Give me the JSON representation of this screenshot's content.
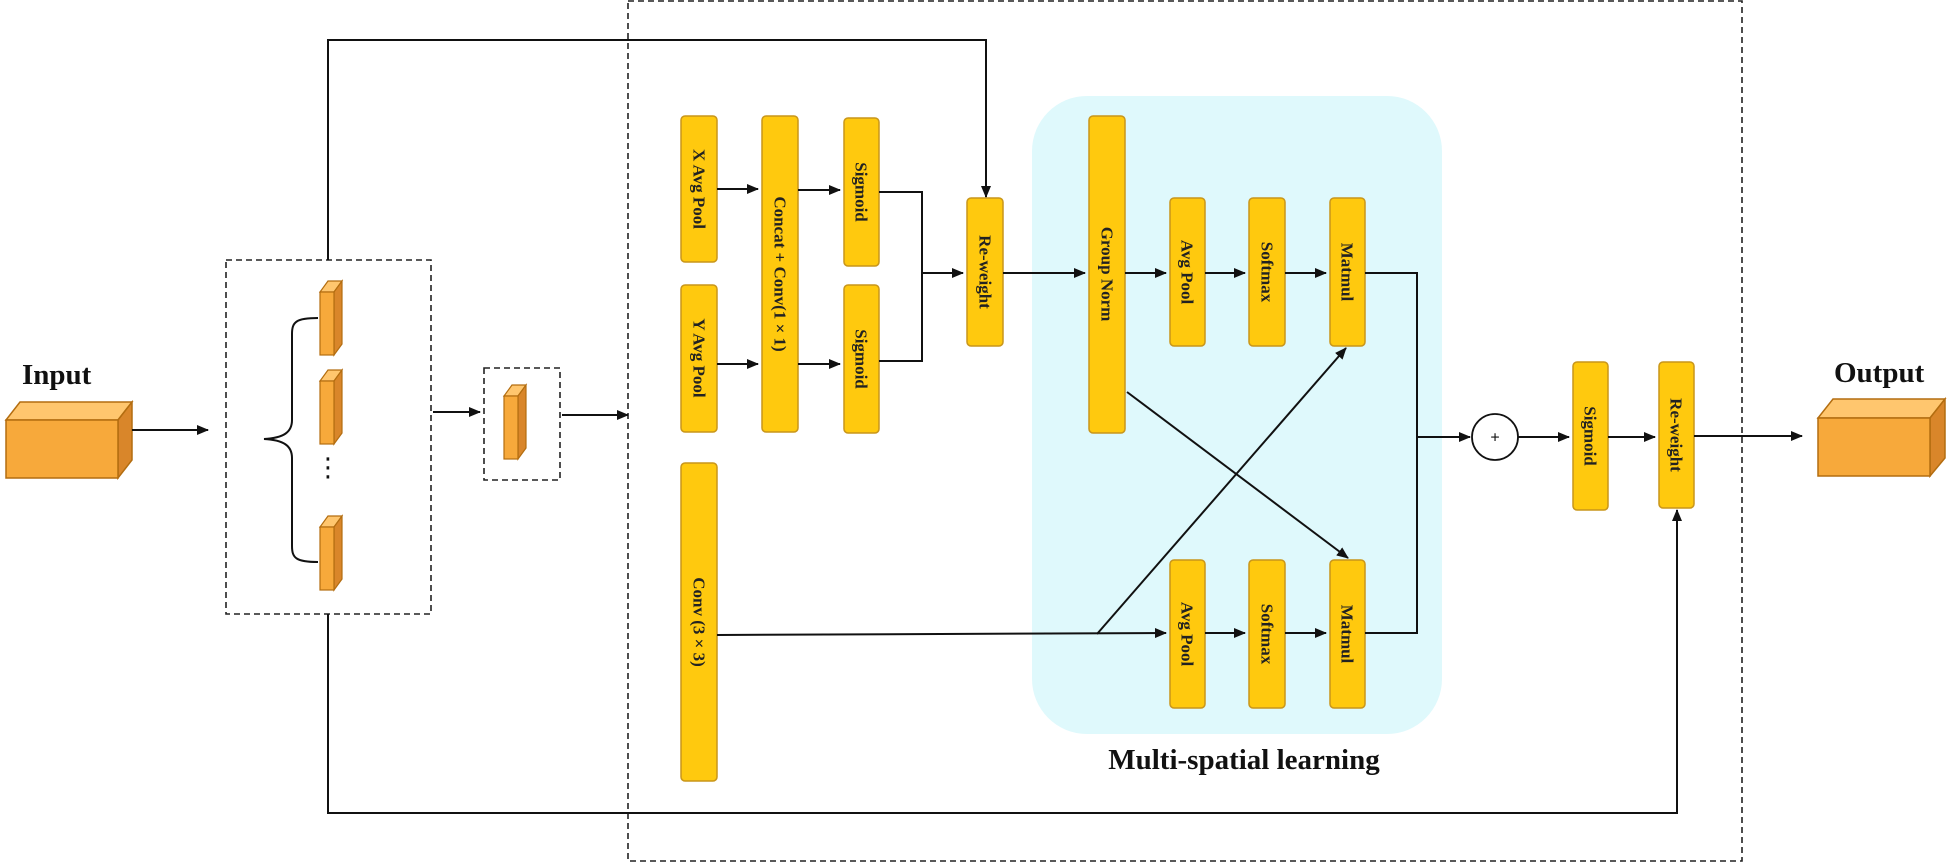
{
  "labels": {
    "input": "Input",
    "output": "Output",
    "multi_spatial": "Multi-spatial learning",
    "ellipsis": "⋮",
    "plus": "+"
  },
  "blocks": {
    "x_avg_pool": "X Avg Pool",
    "y_avg_pool": "Y Avg Pool",
    "concat_conv": "Concat + Conv(1 × 1)",
    "sigmoid_top": "Sigmoid",
    "sigmoid_bottom": "Sigmoid",
    "reweight_1": "Re-weight",
    "conv3x3": "Conv (3 × 3)",
    "group_norm": "Group Norm",
    "avg_pool_top": "Avg Pool",
    "softmax_top": "Softmax",
    "matmul_top": "Matmul",
    "avg_pool_bottom": "Avg Pool",
    "softmax_bottom": "Softmax",
    "matmul_bottom": "Matmul",
    "sigmoid_final": "Sigmoid",
    "reweight_2": "Re-weight"
  },
  "colors": {
    "block_fill": "#FFC90E",
    "block_stroke": "#C9961A",
    "cube_front": "#F7A93B",
    "cube_top": "#FFC66E",
    "cube_side": "#D9862A",
    "multi_spatial_bg": "#DFF9FC"
  }
}
